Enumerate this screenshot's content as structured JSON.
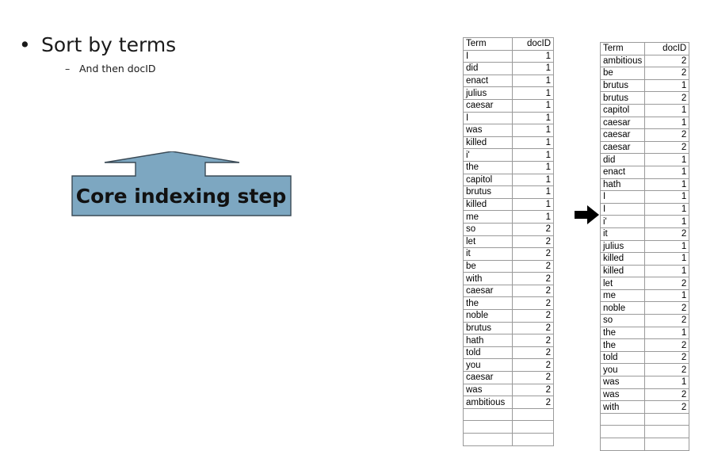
{
  "slide": {
    "bullet": "Sort by terms",
    "bullet_marker": "•",
    "sub_bullet": "And then docID",
    "sub_marker": "–",
    "callout_label": "Core indexing step",
    "callout_fill": "#7da7c1",
    "callout_border": "#3a4a56"
  },
  "left_table": {
    "headers": [
      "Term",
      "docID"
    ],
    "rows": [
      [
        "I",
        "1"
      ],
      [
        "did",
        "1"
      ],
      [
        "enact",
        "1"
      ],
      [
        "julius",
        "1"
      ],
      [
        "caesar",
        "1"
      ],
      [
        "I",
        "1"
      ],
      [
        "was",
        "1"
      ],
      [
        "killed",
        "1"
      ],
      [
        "i'",
        "1"
      ],
      [
        "the",
        "1"
      ],
      [
        "capitol",
        "1"
      ],
      [
        "brutus",
        "1"
      ],
      [
        "killed",
        "1"
      ],
      [
        "me",
        "1"
      ],
      [
        "so",
        "2"
      ],
      [
        "let",
        "2"
      ],
      [
        "it",
        "2"
      ],
      [
        "be",
        "2"
      ],
      [
        "with",
        "2"
      ],
      [
        "caesar",
        "2"
      ],
      [
        "the",
        "2"
      ],
      [
        "noble",
        "2"
      ],
      [
        "brutus",
        "2"
      ],
      [
        "hath",
        "2"
      ],
      [
        "told",
        "2"
      ],
      [
        "you",
        "2"
      ],
      [
        "caesar",
        "2"
      ],
      [
        "was",
        "2"
      ],
      [
        "ambitious",
        "2"
      ],
      [
        "",
        ""
      ],
      [
        "",
        ""
      ],
      [
        "",
        ""
      ]
    ]
  },
  "right_table": {
    "headers": [
      "Term",
      "docID"
    ],
    "rows": [
      [
        "ambitious",
        "2"
      ],
      [
        "be",
        "2"
      ],
      [
        "brutus",
        "1"
      ],
      [
        "brutus",
        "2"
      ],
      [
        "capitol",
        "1"
      ],
      [
        "caesar",
        "1"
      ],
      [
        "caesar",
        "2"
      ],
      [
        "caesar",
        "2"
      ],
      [
        "did",
        "1"
      ],
      [
        "enact",
        "1"
      ],
      [
        "hath",
        "1"
      ],
      [
        "I",
        "1"
      ],
      [
        "I",
        "1"
      ],
      [
        "i'",
        "1"
      ],
      [
        "it",
        "2"
      ],
      [
        "julius",
        "1"
      ],
      [
        "killed",
        "1"
      ],
      [
        "killed",
        "1"
      ],
      [
        "let",
        "2"
      ],
      [
        "me",
        "1"
      ],
      [
        "noble",
        "2"
      ],
      [
        "so",
        "2"
      ],
      [
        "the",
        "1"
      ],
      [
        "the",
        "2"
      ],
      [
        "told",
        "2"
      ],
      [
        "you",
        "2"
      ],
      [
        "was",
        "1"
      ],
      [
        "was",
        "2"
      ],
      [
        "with",
        "2"
      ],
      [
        "",
        ""
      ],
      [
        "",
        ""
      ],
      [
        "",
        ""
      ]
    ]
  }
}
